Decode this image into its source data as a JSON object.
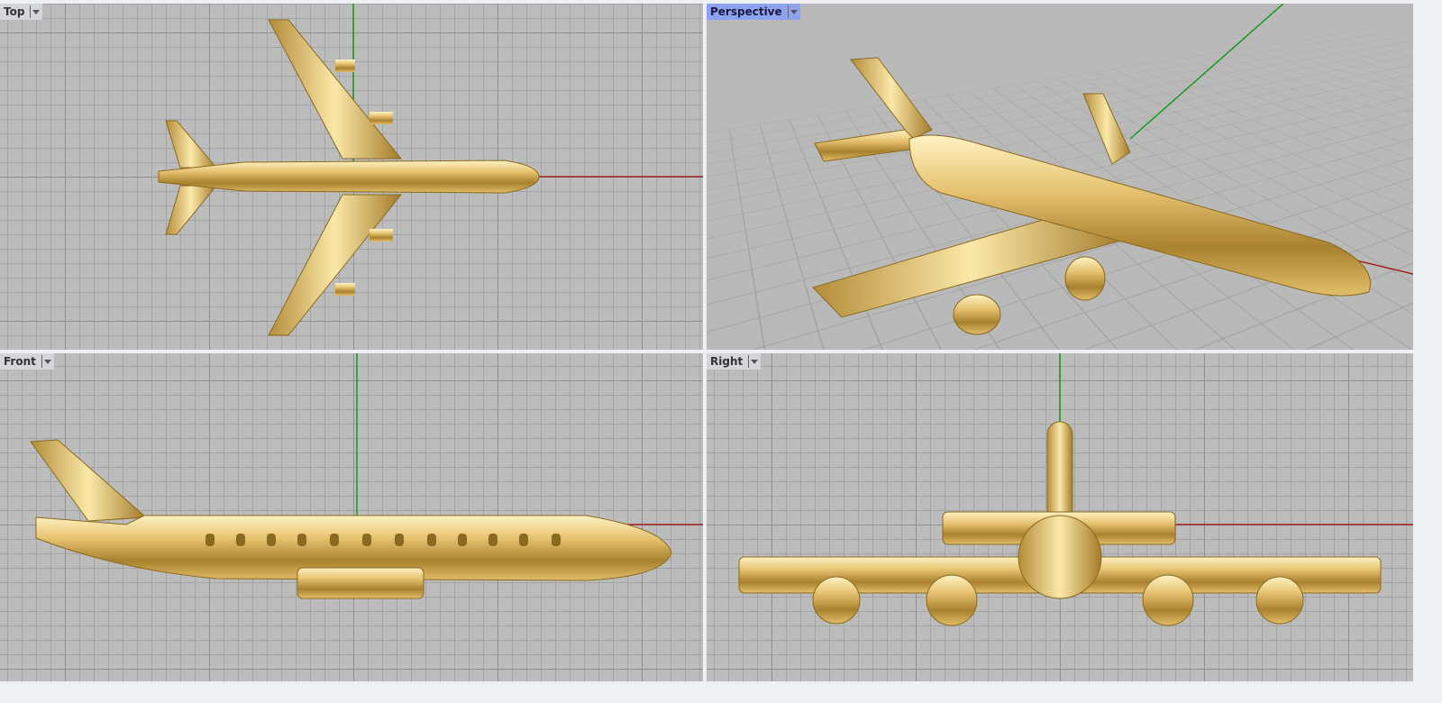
{
  "viewports": [
    {
      "title": "Top",
      "active": false
    },
    {
      "title": "Perspective",
      "active": true
    },
    {
      "title": "Front",
      "active": false
    },
    {
      "title": "Right",
      "active": false
    }
  ],
  "colors": {
    "x_axis": "#a02020",
    "y_axis": "#1a9a1a",
    "active_label": "#8ea3f0",
    "gold": "#d9b35a"
  }
}
